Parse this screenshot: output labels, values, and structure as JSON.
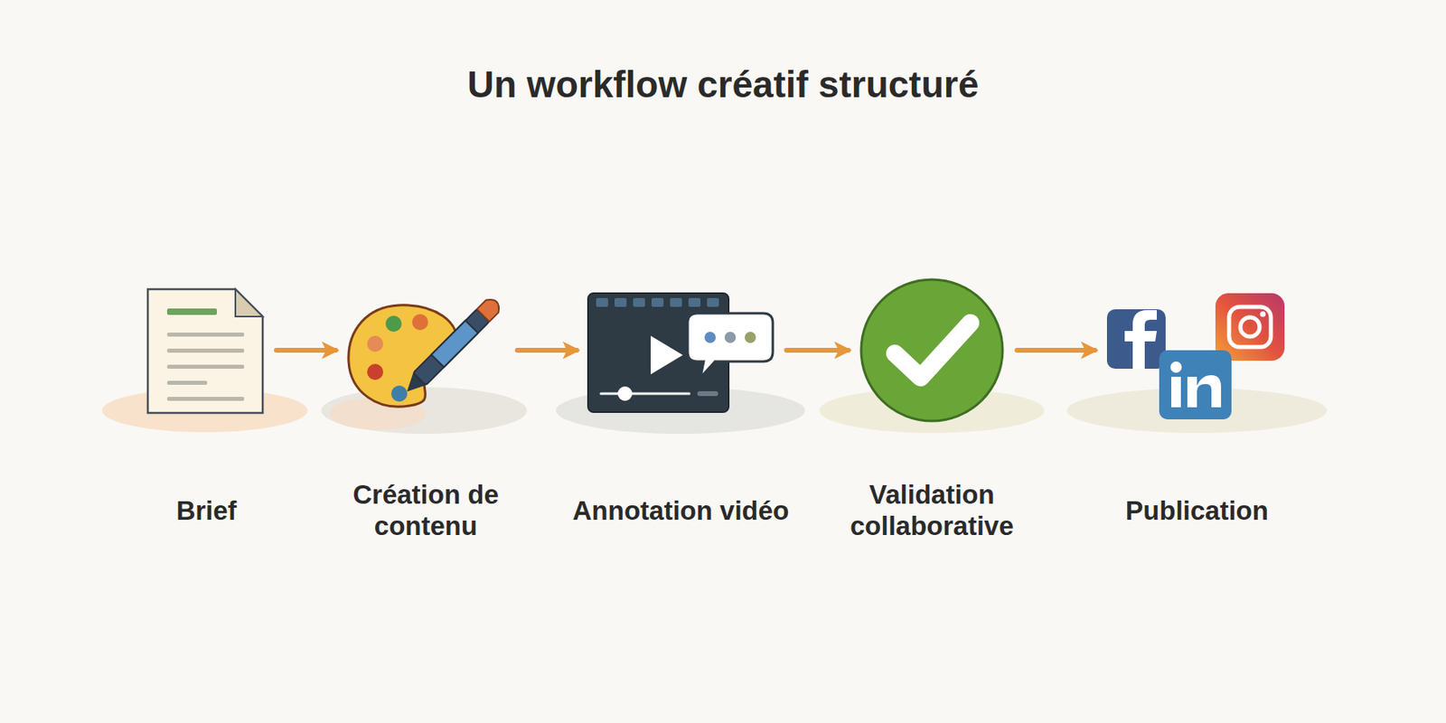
{
  "diagram": {
    "title": "Un workflow créatif structuré",
    "nodes": [
      {
        "text": [
          "Brief"
        ]
      },
      {
        "text": [
          "Création de contenu"
        ]
      },
      {
        "text": [
          "Annotation vidéo"
        ]
      },
      {
        "text": [
          "Validation collaborative"
        ]
      },
      {
        "text": [
          "Publication"
        ]
      }
    ],
    "edges": [
      {
        "from": 0,
        "to": 1,
        "arrow": "to"
      },
      {
        "from": 1,
        "to": 2,
        "arrow": "to"
      },
      {
        "from": 2,
        "to": 3,
        "arrow": "to"
      },
      {
        "from": 3,
        "to": 4,
        "arrow": "to"
      }
    ]
  }
}
